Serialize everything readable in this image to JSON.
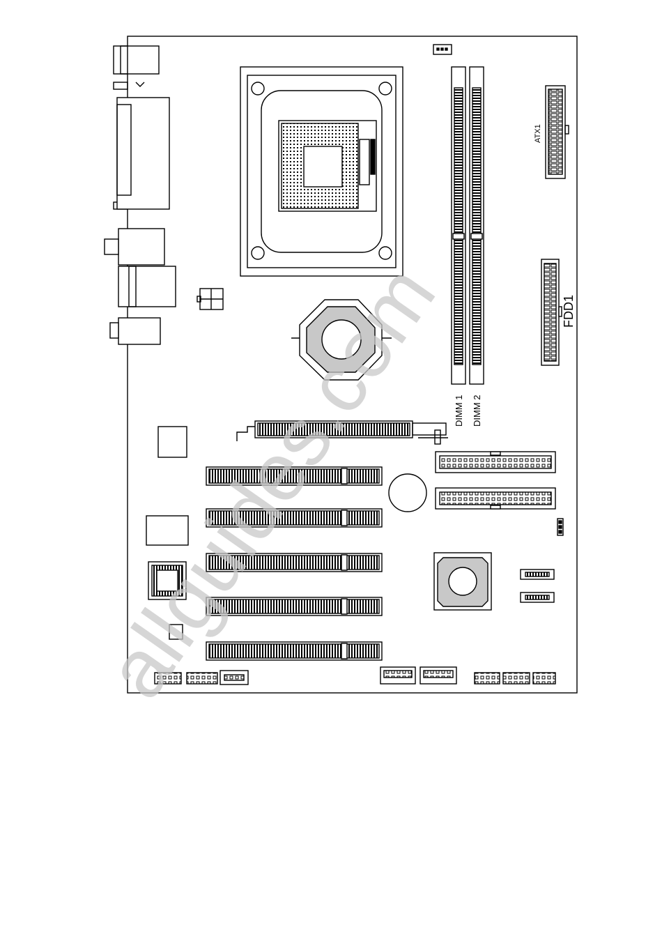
{
  "labels": {
    "atx": "ATX1",
    "fdd": "FDD1",
    "dimm1": "DIMM 1",
    "dimm2": "DIMM 2"
  },
  "watermark": "allguides.com",
  "colors": {
    "line": "#000000",
    "board": "#ffffff",
    "watermark": "#c8c8c8"
  }
}
